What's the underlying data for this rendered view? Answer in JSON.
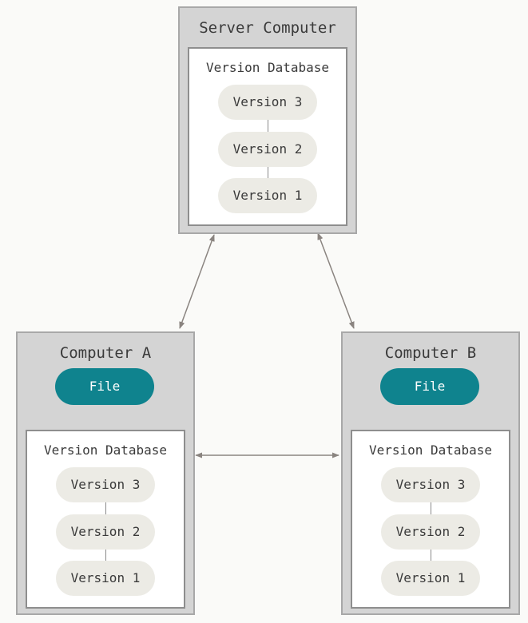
{
  "server": {
    "title": "Server Computer",
    "database": {
      "title": "Version Database",
      "versions": [
        "Version 3",
        "Version 2",
        "Version 1"
      ]
    }
  },
  "computer_a": {
    "title": "Computer A",
    "file_label": "File",
    "database": {
      "title": "Version Database",
      "versions": [
        "Version 3",
        "Version 2",
        "Version 1"
      ]
    }
  },
  "computer_b": {
    "title": "Computer B",
    "file_label": "File",
    "database": {
      "title": "Version Database",
      "versions": [
        "Version 3",
        "Version 2",
        "Version 1"
      ]
    }
  },
  "colors": {
    "file_fill": "#0f838e",
    "version_fill": "#ecebe5",
    "computer_fill": "#d4d4d4",
    "arrow": "#8a8480"
  }
}
